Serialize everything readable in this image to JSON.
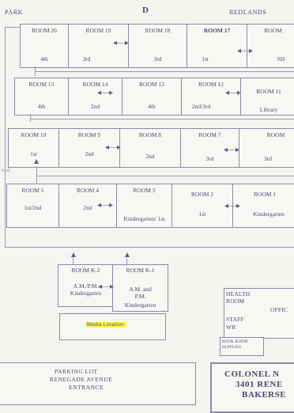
{
  "header": {
    "left": "PARK",
    "center": "D",
    "right": "REDLANDS"
  },
  "rows": [
    {
      "rooms": [
        {
          "name": "ROOM 20",
          "grade": "4th"
        },
        {
          "name": "ROOM 19",
          "grade": "3rd"
        },
        {
          "name": "ROOM 18",
          "grade": "3rd"
        },
        {
          "name": "ROOM 17",
          "grade": "1st"
        },
        {
          "name": "ROOM",
          "grade": "SH"
        }
      ]
    },
    {
      "rooms": [
        {
          "name": "ROOM 15",
          "grade": "4th"
        },
        {
          "name": "ROOM 14",
          "grade": "2nd"
        },
        {
          "name": "ROOM 13",
          "grade": "4th"
        },
        {
          "name": "ROOM 12",
          "grade": "2nd/3rd"
        },
        {
          "name": "ROOM 11",
          "grade": "Library"
        }
      ]
    },
    {
      "rooms": [
        {
          "name": "ROOM 10",
          "grade": "1st"
        },
        {
          "name": "ROOM 9",
          "grade": "2nd"
        },
        {
          "name": "ROOM 8",
          "grade": "2nd"
        },
        {
          "name": "ROOM 7",
          "grade": "3rd"
        },
        {
          "name": "ROOM",
          "grade": "3rd"
        }
      ]
    },
    {
      "rooms": [
        {
          "name": "ROOM 5",
          "grade": "1st/2nd"
        },
        {
          "name": "ROOM 4",
          "grade": "2nd"
        },
        {
          "name": "ROOM 3",
          "grade": "Kindergarten/ 1st"
        },
        {
          "name": "ROOM 2",
          "grade": "1st"
        },
        {
          "name": "ROOM 1",
          "grade": "Kindergarten"
        }
      ]
    }
  ],
  "side_label": "Aud",
  "kinder": [
    {
      "name": "ROOM K-2",
      "lines": [
        "A.M./P.M.",
        "Kindergarten"
      ]
    },
    {
      "name": "ROOM K-1",
      "lines": [
        "A.M. and",
        "P.M.",
        "Kindergarten"
      ]
    }
  ],
  "media": "Media Location",
  "health": {
    "line1": "HEALTH",
    "line2": "ROOM",
    "office": "OFFIC",
    "staff1": "STAFF",
    "staff2": "WR",
    "book1": "BOOK ROOM",
    "book2": "SUPPLIES"
  },
  "parking": {
    "line1": "PARKING LOT",
    "line2": "RENEGADE AVENUE",
    "line3": "ENTRANCE"
  },
  "school": {
    "line1": "COLONEL N",
    "line2": "3401 RENE",
    "line3": "BAKERSE"
  }
}
